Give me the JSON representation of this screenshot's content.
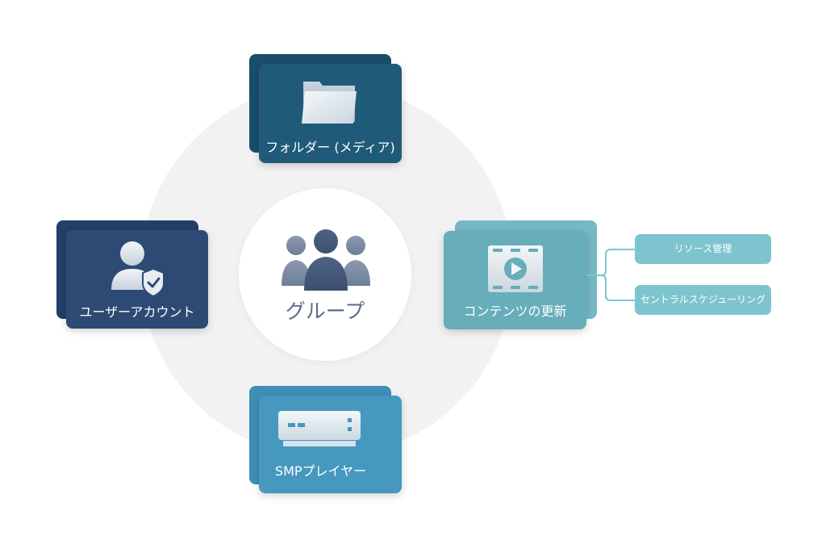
{
  "center": {
    "label": "グループ",
    "icon": "group-people-icon"
  },
  "nodes": {
    "folder": {
      "label": "フォルダー (メディア)",
      "icon": "folder-icon"
    },
    "user": {
      "label": "ユーザーアカウント",
      "icon": "user-shield-icon"
    },
    "content": {
      "label": "コンテンツの更新",
      "icon": "video-play-icon"
    },
    "smp": {
      "label": "SMPプレイヤー",
      "icon": "media-player-device-icon"
    }
  },
  "content_subnodes": [
    {
      "label": "リソース管理"
    },
    {
      "label": "セントラルスケジューリング"
    }
  ],
  "colors": {
    "folder": "#1f5a78",
    "user": "#2d4a74",
    "content": "#67adba",
    "smp": "#4698bf",
    "subnode": "#7ec4cf",
    "center_text": "#5a6e8a"
  }
}
